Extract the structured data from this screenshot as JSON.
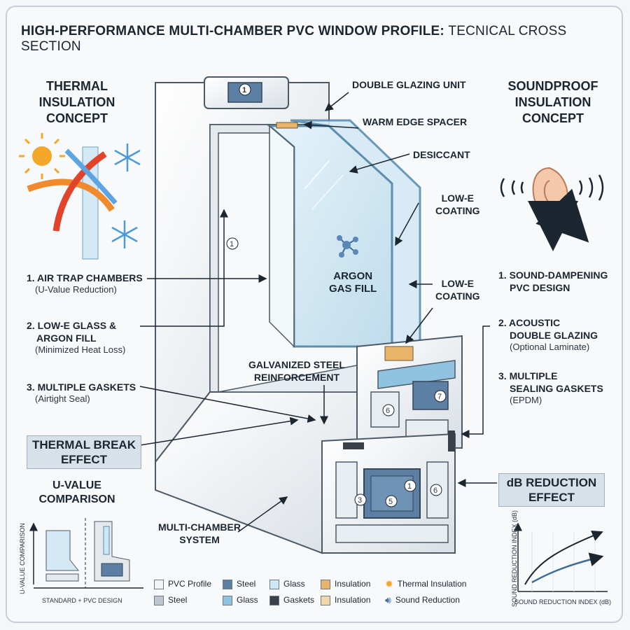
{
  "title": {
    "bold": "HIGH-PERFORMANCE MULTI-CHAMBER PVC WINDOW PROFILE:",
    "rest": "TECNICAL CROSS SECTION"
  },
  "left": {
    "heading": [
      "THERMAL",
      "INSULATION",
      "CONCEPT"
    ],
    "items": [
      {
        "label": "1. AIR TRAP CHAMBERS",
        "sub": "(U-Value Reduction)"
      },
      {
        "label": "2. LOW-E GLASS &",
        "label2": "ARGON FILL",
        "sub": "(Minimized Heat Loss)"
      },
      {
        "label": "3. MULTIPLE GASKETS",
        "sub": "(Airtight Seal)"
      }
    ],
    "box": [
      "THERMAL BREAK",
      "EFFECT"
    ],
    "uvalue": [
      "U-VALUE",
      "COMPARISON"
    ],
    "graph_ylabel": "U-VALUE COMPARISON",
    "graph_xlabel": "STANDARD + PVC DESIGN"
  },
  "right": {
    "heading": [
      "SOUNDPROOF",
      "INSULATION",
      "CONCEPT"
    ],
    "items": [
      {
        "label": "1. SOUND-DAMPENING",
        "label2": "PVC DESIGN",
        "sub": ""
      },
      {
        "label": "2. ACOUSTIC",
        "label2": "DOUBLE GLAZING",
        "sub": "(Optional Laminate)"
      },
      {
        "label": "3. MULTIPLE",
        "label2": "SEALING GASKETS",
        "sub": "(EPDM)"
      }
    ],
    "box": [
      "dB REDUCTION",
      "EFFECT"
    ],
    "graph_ylabel": "SOUND REDUCTION INDEX (dB)",
    "graph_xlabel": "SOUND REDUCTION INDEX (dB)"
  },
  "callouts": {
    "dgu": "DOUBLE GLAZING UNIT",
    "spacer": "WARM EDGE SPACER",
    "desiccant": "DESICCANT",
    "lowe1": [
      "LOW-E",
      "COATING"
    ],
    "argon": [
      "ARGON",
      "GAS FILL"
    ],
    "lowe2": [
      "LOW-E",
      "COATING"
    ],
    "steel": [
      "GALVANIZED STEEL",
      "REINFORCEMENT"
    ],
    "multi": [
      "MULTI-CHAMBER",
      "SYSTEM"
    ]
  },
  "chamber_numbers": [
    "1",
    "1",
    "1",
    "3",
    "5",
    "6",
    "6",
    "7"
  ],
  "legend": [
    {
      "label": "PVC Profile",
      "color": "#f1f3f5"
    },
    {
      "label": "Steel",
      "color": "#5d7fa3"
    },
    {
      "label": "Glass",
      "color": "#cfe6f3"
    },
    {
      "label": "Insulation",
      "color": "#e8b46a"
    },
    {
      "label": "Thermal Insulation",
      "icon": "sun-icon"
    },
    {
      "label": "Steel",
      "color": "#bfc6cd"
    },
    {
      "label": "Glass",
      "color": "#8fc3df"
    },
    {
      "label": "Gaskets",
      "color": "#3a4048"
    },
    {
      "label": "Insulation",
      "color": "#efd9a8"
    },
    {
      "label": "Sound Reduction",
      "icon": "speaker-icon"
    }
  ]
}
